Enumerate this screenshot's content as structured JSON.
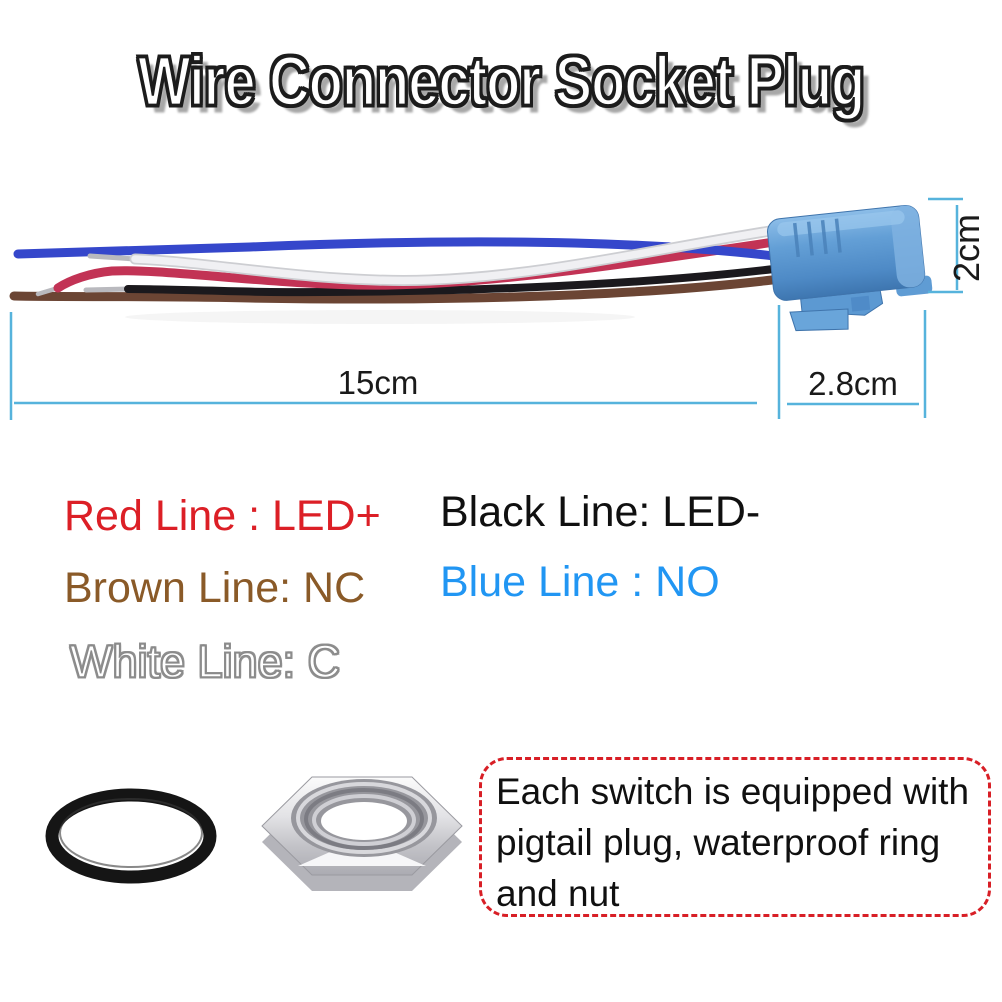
{
  "title": "Wire Connector Socket Plug",
  "product": {
    "name": "pigtail wire connector with blue socket plug, waterproof ring and nut",
    "dimensions": {
      "wire_length": "15cm",
      "plug_width": "2.8cm",
      "plug_height": "2cm"
    }
  },
  "wire_labels": {
    "red": {
      "text": "Red Line : LED+",
      "color": "#dc1f26"
    },
    "black": {
      "text": "Black Line: LED-",
      "color": "#101010"
    },
    "brown": {
      "text": "Brown Line: NC",
      "color": "#8a5a28"
    },
    "blue": {
      "text": "Blue Line : NO",
      "color": "#2196f3"
    },
    "white": {
      "text": "White Line: C",
      "color": "#ffffff"
    }
  },
  "note": {
    "lines": [
      "Each switch is equipped with",
      "pigtail plug, waterproof ring",
      "and nut"
    ],
    "border_color": "#d81f26"
  },
  "colors": {
    "dimension_line": "#56b3dc",
    "connector_body": "#5b96cf",
    "wire_blue": "#3547cb",
    "wire_red": "#c23355",
    "wire_white": "#f0f0f3",
    "wire_black": "#1b191d",
    "wire_brown": "#6b4534",
    "oring_black": "#151515",
    "nut_silver": "#c9c9ce"
  }
}
